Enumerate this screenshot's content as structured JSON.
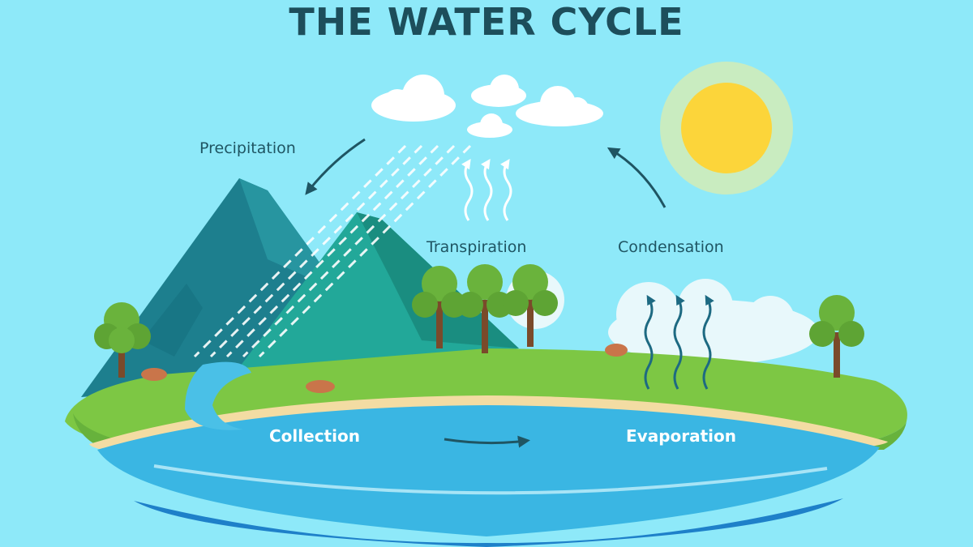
{
  "title": "THE WATER CYCLE",
  "stages": {
    "precipitation": "Precipitation",
    "transpiration": "Transpiration",
    "condensation": "Condensation",
    "collection": "Collection",
    "evaporation": "Evaporation"
  },
  "colors": {
    "sky": "#8ee9f9",
    "sun": "#fcd53a",
    "sun_halo": "#c9ecc0",
    "title_text": "#1d4e5b",
    "label_text": "#1f5563",
    "mountain_dark": "#1d7f8e",
    "mountain_light": "#22a899",
    "grass": "#7dc744",
    "water": "#3ab6e3",
    "arrow": "#1f5563"
  },
  "icons": {
    "sun": "sun-icon",
    "cloud": "cloud-icon",
    "tree": "tree-icon",
    "rain": "rain-streaks",
    "arrow": "curved-arrow-icon"
  }
}
